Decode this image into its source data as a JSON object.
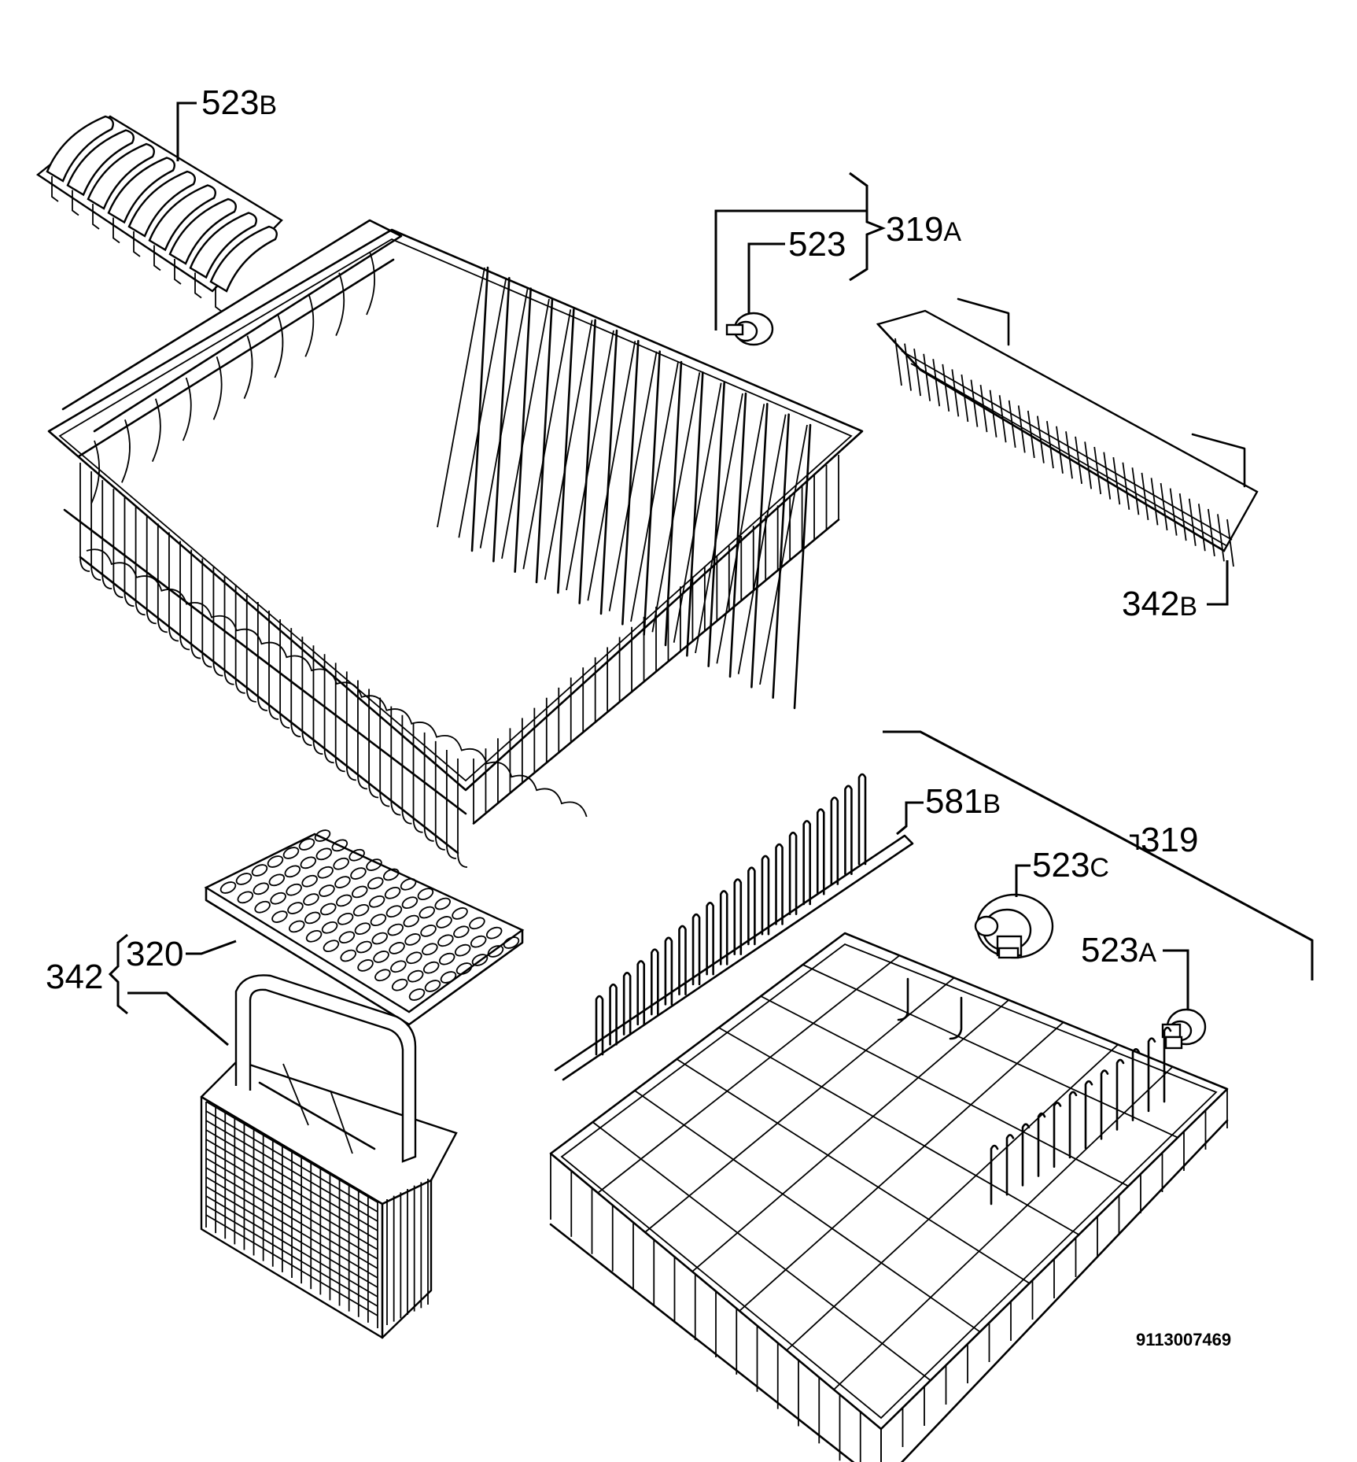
{
  "diagram": {
    "document_id": "9113007469",
    "callouts": [
      {
        "id": "523B",
        "number": "523",
        "suffix": "B"
      },
      {
        "id": "319A",
        "number": "319",
        "suffix": "A"
      },
      {
        "id": "523",
        "number": "523",
        "suffix": ""
      },
      {
        "id": "342B",
        "number": "342",
        "suffix": "B"
      },
      {
        "id": "581B",
        "number": "581",
        "suffix": "B"
      },
      {
        "id": "319",
        "number": "319",
        "suffix": ""
      },
      {
        "id": "523C",
        "number": "523",
        "suffix": "C"
      },
      {
        "id": "523A",
        "number": "523",
        "suffix": "A"
      },
      {
        "id": "320",
        "number": "320",
        "suffix": ""
      },
      {
        "id": "342",
        "number": "342",
        "suffix": ""
      }
    ]
  }
}
